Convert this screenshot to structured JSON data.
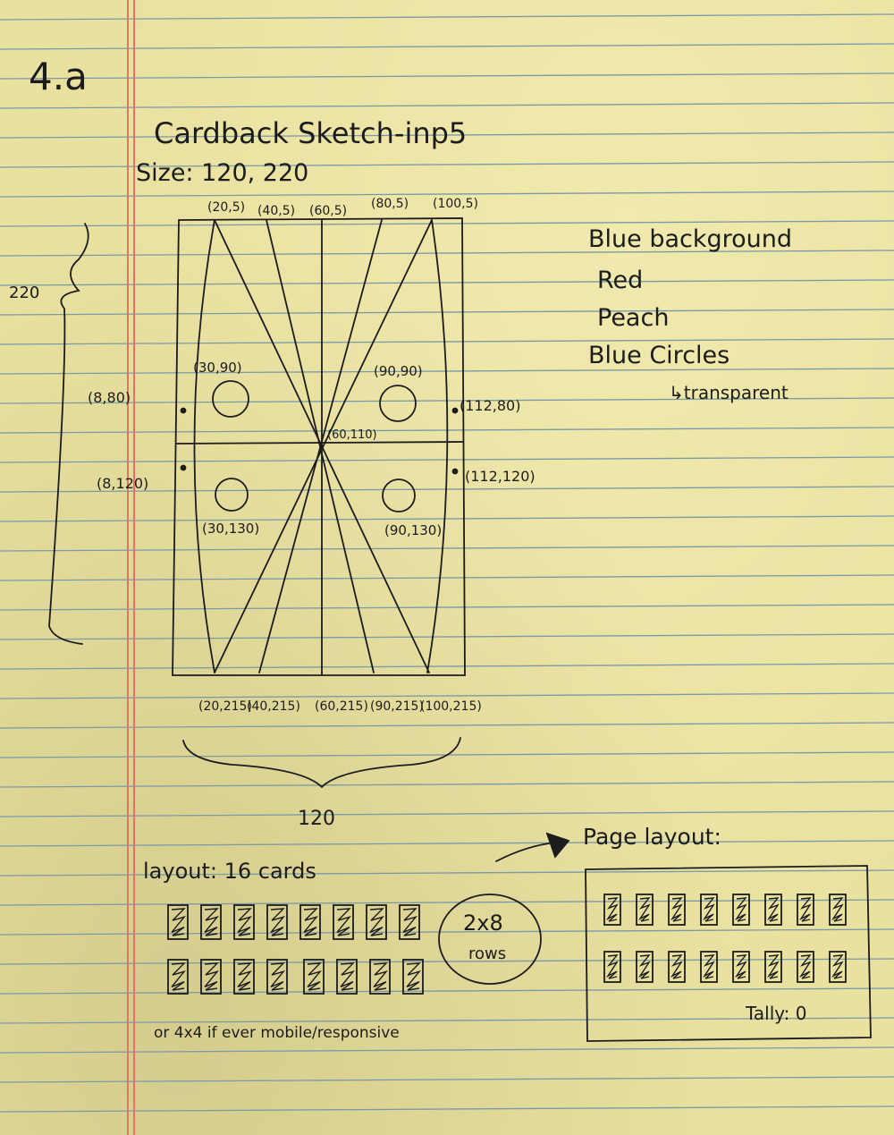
{
  "page": {
    "heading": "4.a",
    "title": "Cardback Sketch-inp5",
    "size_label": "Size: 120, 220",
    "height_dim": "220",
    "width_dim": "120"
  },
  "coords": {
    "top": [
      "(20,5)",
      "(40,5)",
      "(60,5)",
      "(80,5)",
      "(100,5)"
    ],
    "bottom": [
      "(20,215)",
      "(40,215)",
      "(60,215)",
      "(90,215)",
      "(100,215)"
    ],
    "left_upper": "(8,80)",
    "left_lower": "(8,120)",
    "right_upper": "(112,80)",
    "right_lower": "(112,120)",
    "center": "(60,110)",
    "circles": [
      "(30,90)",
      "(90,90)",
      "(30,130)",
      "(90,130)"
    ]
  },
  "notes": [
    "Blue background",
    "Red",
    "Peach",
    "Blue Circles",
    "↳transparent"
  ],
  "layout": {
    "label": "layout: 16 cards",
    "circle_top": "2x8",
    "circle_bottom": "rows",
    "alt": "or 4x4 if ever mobile/responsive"
  },
  "page_layout": {
    "label": "Page layout:",
    "tally": "Tally: 0"
  },
  "colors": {
    "paper": "#e9e1a0",
    "rule_line": "#7b9aa3",
    "margin_line": "#e2726a",
    "ink": "#1c1c1c"
  }
}
